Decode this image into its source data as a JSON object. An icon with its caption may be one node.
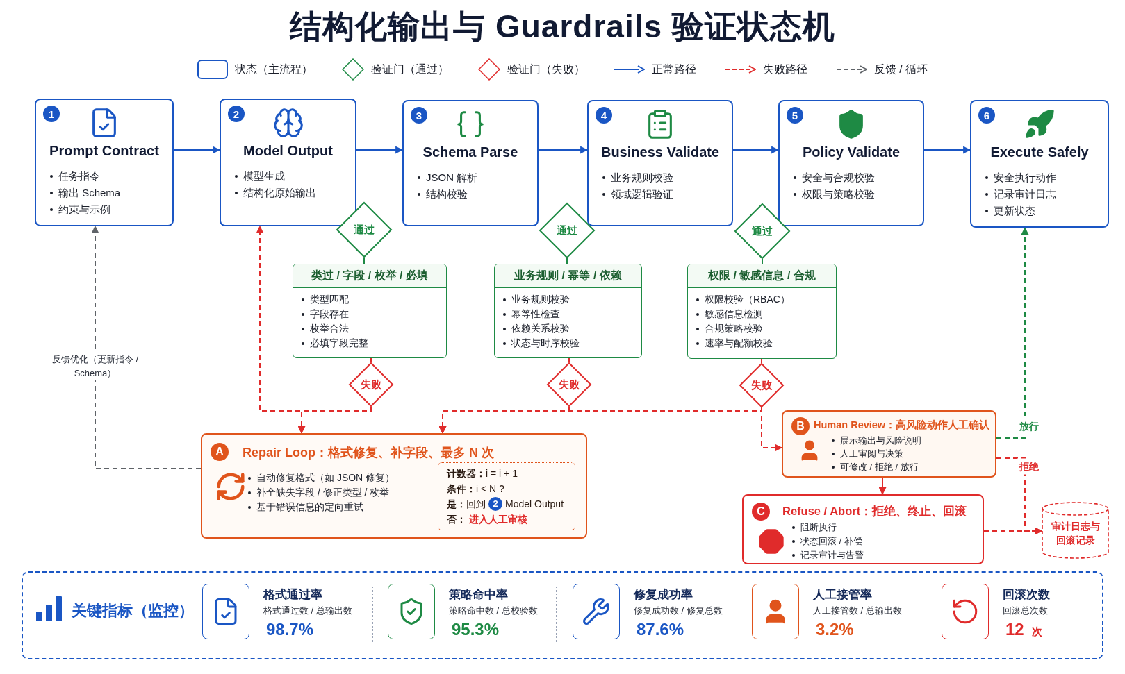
{
  "diagram": {
    "title": "结构化输出与 Guardrails 验证状态机",
    "nodes": [
      {
        "text": [
          "1",
          "Prompt Contract",
          "任务指令",
          "输出 Schema",
          "约束与示例"
        ]
      },
      {
        "text": [
          "2",
          "Model Output",
          "模型生成",
          "结构化原始输出"
        ]
      },
      {
        "text": [
          "3",
          "Schema Parse",
          "JSON 解析",
          "结构校验"
        ]
      },
      {
        "text": [
          "4",
          "Business Validate",
          "业务规则校验",
          "领域逻辑验证"
        ]
      },
      {
        "text": [
          "5",
          "Policy Validate",
          "安全与合规校验",
          "权限与策略校验"
        ]
      },
      {
        "text": [
          "6",
          "Execute Safely",
          "安全执行动作",
          "记录审计日志",
          "更新状态"
        ]
      },
      {
        "text": [
          "通过"
        ]
      },
      {
        "text": [
          "类过 / 字段 / 枚举 / 必填",
          "类型匹配",
          "字段存在",
          "枚举合法",
          "必填字段完整"
        ]
      },
      {
        "text": [
          "通过"
        ]
      },
      {
        "text": [
          "业务规则 / 幂等 / 依赖",
          "业务规则校验",
          "幂等性检查",
          "依赖关系校验",
          "状态与时序校验"
        ]
      },
      {
        "text": [
          "通过"
        ]
      },
      {
        "text": [
          "权限 / 敏感信息 / 合规",
          "权限校验（RBAC）",
          "敏感信息检测",
          "合规策略校验",
          "速率与配额校验"
        ]
      },
      {
        "text": [
          "失败"
        ]
      },
      {
        "text": [
          "失败"
        ]
      },
      {
        "text": [
          "失败"
        ]
      },
      {
        "text": [
          "A",
          "Repair Loop：格式修复、补字段、最多 N 次",
          "自动修复格式（如 JSON 修复）",
          "补全缺失字段 / 修正类型 / 枚举",
          "基于错误信息的定向重试"
        ]
      },
      {
        "text": [
          "**计数器：**i = i + 1",
          "**条件：**i < N ?",
          "**是：**回到",
          "2",
          "Model Output",
          "否：",
          "进入人工审核"
        ],
        "in": 15
      },
      {
        "text": [
          "B",
          "Human Review：高风险动作人工确认",
          "展示输出与风险说明",
          "人工审阅与决策",
          "可修改 / 拒绝 / 放行"
        ]
      },
      {
        "text": [
          "C",
          "Refuse / Abort：拒绝、终止、回滚",
          "阻断执行",
          "状态回滚 / 补偿",
          "记录审计与告警"
        ]
      },
      {
        "text": [
          "审计日志与回滚记录"
        ]
      },
      {
        "text": [
          "关键指标（监控）"
        ]
      }
    ],
    "edges": [
      {
        "from": 0,
        "to": 1,
        "arrow": "to",
        "color": "#1a56c4"
      },
      {
        "from": 1,
        "to": 2,
        "arrow": "to",
        "color": "#1a56c4"
      },
      {
        "from": 2,
        "to": 3,
        "arrow": "to",
        "color": "#1a56c4"
      },
      {
        "from": 3,
        "to": 4,
        "arrow": "to",
        "color": "#1a56c4"
      },
      {
        "from": 4,
        "to": 5,
        "arrow": "to",
        "color": "#1a56c4"
      },
      {
        "from": 6,
        "to": 7,
        "arrow": "none",
        "color": "#1e8a44"
      },
      {
        "from": 8,
        "to": 9,
        "arrow": "none",
        "color": "#1e8a44"
      },
      {
        "from": 10,
        "to": 11,
        "arrow": "none",
        "color": "#1e8a44"
      },
      {
        "from": 7,
        "to": 12,
        "arrow": "none",
        "color": "#e02b2b"
      },
      {
        "from": 9,
        "to": 13,
        "arrow": "none",
        "color": "#e02b2b"
      },
      {
        "from": 11,
        "to": 14,
        "arrow": "none",
        "color": "#e02b2b"
      },
      {
        "from": 12,
        "to": 1,
        "arrow": "to",
        "style": "dashed",
        "color": "#e02b2b"
      },
      {
        "from": 12,
        "to": 15,
        "arrow": "to",
        "style": "dashed",
        "color": "#e02b2b"
      },
      {
        "from": 13,
        "to": 15,
        "arrow": "to",
        "style": "dashed",
        "color": "#e02b2b"
      },
      {
        "from": 14,
        "to": 15,
        "arrow": "to",
        "style": "dashed",
        "color": "#e02b2b"
      },
      {
        "from": 14,
        "to": 17,
        "arrow": "to",
        "style": "dashed",
        "color": "#e02b2b"
      },
      {
        "from": 17,
        "to": 5,
        "arrow": "to",
        "style": "dashed",
        "color": "#1e8a44",
        "label": "放行"
      },
      {
        "from": 17,
        "to": 19,
        "arrow": "to",
        "style": "dashed",
        "color": "#e02b2b",
        "label": "拒绝"
      },
      {
        "from": 17,
        "to": 18,
        "arrow": "to",
        "color": "#e02b2b"
      },
      {
        "from": 18,
        "to": 19,
        "arrow": "to",
        "style": "dashed",
        "color": "#e02b2b"
      },
      {
        "from": 15,
        "to": 0,
        "arrow": "to",
        "style": "dashed",
        "color": "#5f6368",
        "label": "反馈优化（更新指令 / Schema）"
      }
    ],
    "labels": [
      "格式通过率",
      "格式通过数 / 总输出数",
      "98.7%",
      "策略命中率",
      "策略命中数 / 总校验数",
      "95.3%",
      "修复成功率",
      "修复成功数 / 修复总数",
      "87.6%",
      "人工接管率",
      "人工接管数 / 总输出数",
      "3.2%",
      "回滚次数",
      "回滚总次数",
      "12",
      "次"
    ],
    "legend": [
      {
        "text": "状态（主流程）"
      },
      {
        "text": "验证门（通过）"
      },
      {
        "text": "验证门（失败）"
      },
      {
        "text": "正常路径"
      },
      {
        "text": "失败路径"
      },
      {
        "text": "反馈 / 循环"
      }
    ]
  }
}
